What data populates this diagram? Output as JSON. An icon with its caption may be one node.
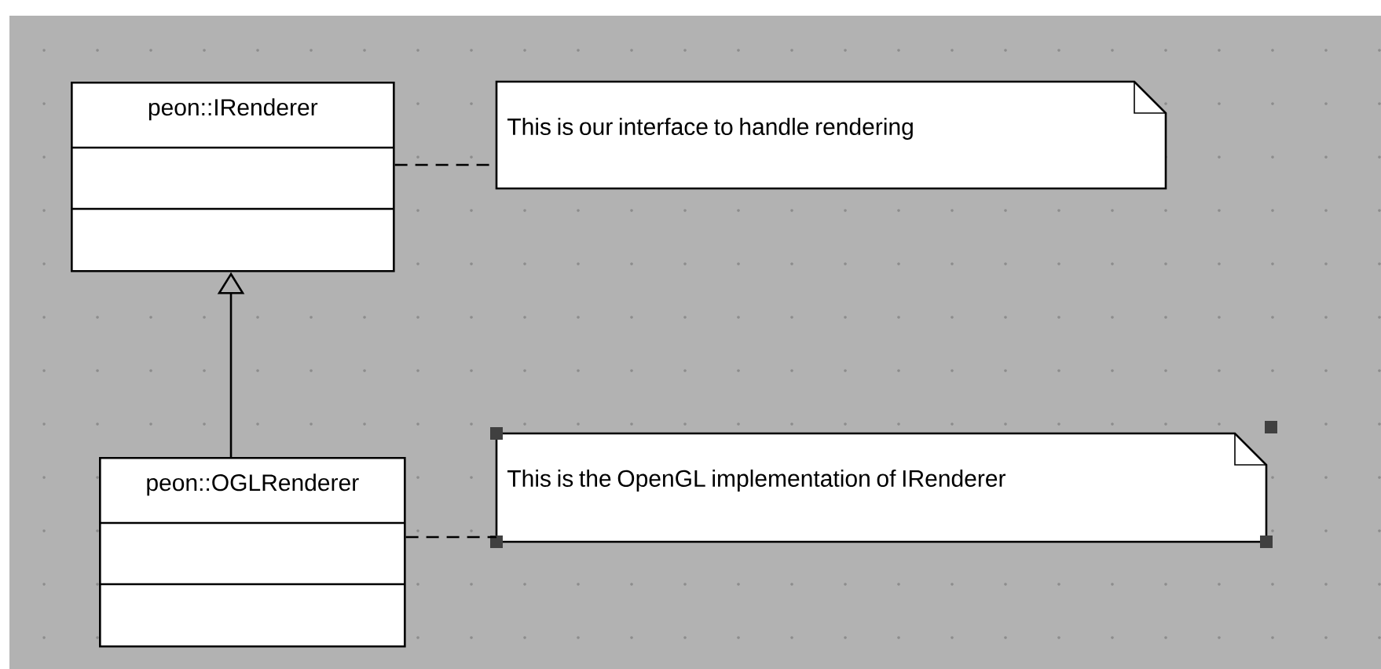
{
  "diagram": {
    "nodes": [
      {
        "text": [
          "peon::IRenderer"
        ]
      },
      {
        "text": [
          "This is our interface to handle rendering"
        ]
      },
      {
        "text": [
          "peon::OGLRenderer"
        ]
      },
      {
        "text": [
          "This is the OpenGL implementation of IRenderer"
        ]
      }
    ],
    "edges": [
      {
        "from": 2,
        "to": 0,
        "arrow": "to"
      },
      {
        "from": 0,
        "to": 1,
        "arrow": "none",
        "style": "dashed"
      },
      {
        "from": 2,
        "to": 3,
        "arrow": "none",
        "style": "dashed"
      }
    ]
  }
}
